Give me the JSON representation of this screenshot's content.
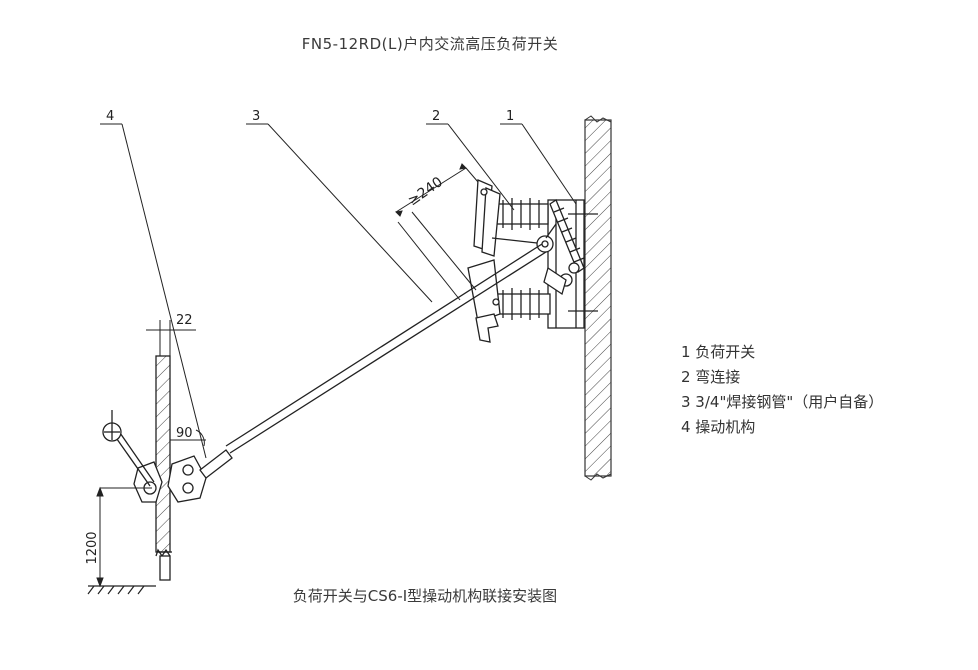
{
  "title": "FN5-12RD(L)户内交流高压负荷开关",
  "caption": "负荷开关与CS6-Ⅰ型操动机构联接安装图",
  "callouts": {
    "n1": "1",
    "n2": "2",
    "n3": "3",
    "n4": "4"
  },
  "dimensions": {
    "clearance": "≥240",
    "offset": "22",
    "angle": "90",
    "height": "1200"
  },
  "legend": [
    "1 负荷开关",
    "2 弯连接",
    "3 3/4\"焊接钢管\"（用户自备）",
    "4 操动机构"
  ]
}
